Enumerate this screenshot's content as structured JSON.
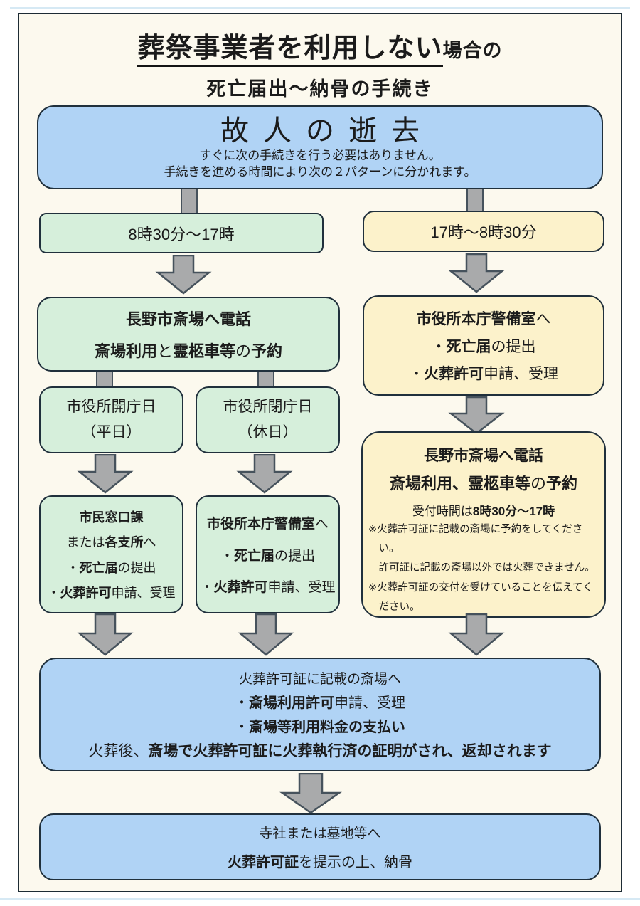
{
  "colors": {
    "background": "#fcf9ee",
    "box_blue": "#b0d3f5",
    "box_green": "#d6efdb",
    "box_yellow": "#fcf2cb",
    "box_border": "#20303c",
    "arrow_fill": "#a9aaab",
    "arrow_outline": "#46525c"
  },
  "header": {
    "title_underlined": "葬祭事業者を利用しない",
    "title_suffix": "場合の",
    "title_line2": "死亡届出～納骨の手続き"
  },
  "start": {
    "title": "故人の逝去",
    "note1": "すぐに次の手続きを行う必要はありません。",
    "note2": "手続きを進める時間により次の２パターンに分かれます。"
  },
  "left": {
    "time": "8時30分～17時",
    "call": {
      "line1": "長野市斎場へ電話",
      "line2": [
        {
          "t": "斎場利用",
          "b": 1
        },
        {
          "t": "と",
          "b": 0
        },
        {
          "t": "霊柩車等",
          "b": 1
        },
        {
          "t": "の",
          "b": 0
        },
        {
          "t": "予約",
          "b": 1
        }
      ]
    },
    "weekday": {
      "line1": "市役所開庁日",
      "line2": "（平日）"
    },
    "holiday": {
      "line1": "市役所閉庁日",
      "line2": "（休日）"
    },
    "counter": {
      "line1": [
        {
          "t": "市民窓口課",
          "b": 1
        }
      ],
      "line2": [
        {
          "t": "または",
          "b": 0
        },
        {
          "t": "各支所",
          "b": 1
        },
        {
          "t": "へ",
          "b": 0
        }
      ],
      "line3": [
        {
          "t": "・",
          "b": 0
        },
        {
          "t": "死亡届",
          "b": 1
        },
        {
          "t": "の提出",
          "b": 0
        }
      ],
      "line4": [
        {
          "t": "・",
          "b": 0
        },
        {
          "t": "火葬許可",
          "b": 1
        },
        {
          "t": "申請、受理",
          "b": 0
        }
      ]
    },
    "security": {
      "line1": [
        {
          "t": "市役所本庁警備室",
          "b": 1
        },
        {
          "t": "へ",
          "b": 0
        }
      ],
      "line2": [
        {
          "t": "・",
          "b": 0
        },
        {
          "t": "死亡届",
          "b": 1
        },
        {
          "t": "の提出",
          "b": 0
        }
      ],
      "line3": [
        {
          "t": "・",
          "b": 0
        },
        {
          "t": "火葬許可",
          "b": 1
        },
        {
          "t": "申請、受理",
          "b": 0
        }
      ]
    }
  },
  "right": {
    "time": "17時～8時30分",
    "security": {
      "line1": [
        {
          "t": "市役所本庁警備室",
          "b": 1
        },
        {
          "t": "へ",
          "b": 0
        }
      ],
      "line2": [
        {
          "t": "・",
          "b": 0
        },
        {
          "t": "死亡届",
          "b": 1
        },
        {
          "t": "の提出",
          "b": 0
        }
      ],
      "line3": [
        {
          "t": "・",
          "b": 0
        },
        {
          "t": "火葬許可",
          "b": 1
        },
        {
          "t": "申請、受理",
          "b": 0
        }
      ]
    },
    "call": {
      "line1": "長野市斎場へ電話",
      "line2": [
        {
          "t": "斎場利用、霊柩車等",
          "b": 1
        },
        {
          "t": "の",
          "b": 0
        },
        {
          "t": "予約",
          "b": 1
        }
      ],
      "time_line": [
        {
          "t": "受付時間は",
          "b": 0
        },
        {
          "t": "8時30分～17時",
          "b": 1
        }
      ],
      "note1": "※火葬許可証に記載の斎場に予約をしてください。",
      "note2": "許可証に記載の斎場以外では火葬できません。",
      "note3": "※火葬許可証の交付を受けていることを伝えてください。"
    }
  },
  "crematorium": {
    "line1": "火葬許可証に記載の斎場へ",
    "line2": [
      {
        "t": "・",
        "b": 0
      },
      {
        "t": "斎場利用許可",
        "b": 1
      },
      {
        "t": "申請、受理",
        "b": 0
      }
    ],
    "line3": [
      {
        "t": "・",
        "b": 0
      },
      {
        "t": "斎場等利用料金の支払い",
        "b": 1
      }
    ],
    "line4": [
      {
        "t": "火葬後、",
        "b": 0
      },
      {
        "t": "斎場で火葬許可証に火葬執行済の証明がされ、返却されます",
        "b": 1
      }
    ]
  },
  "interment": {
    "line1": "寺社または墓地等へ",
    "line2": [
      {
        "t": "火葬許可証",
        "b": 1
      },
      {
        "t": "を提示の上、納骨",
        "b": 0
      }
    ]
  }
}
